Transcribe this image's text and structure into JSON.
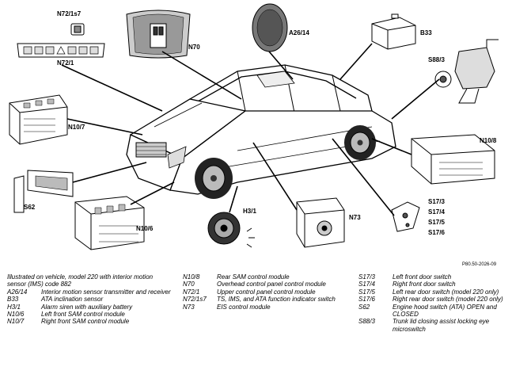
{
  "labels": {
    "n72_1s7": "N72/1s7",
    "n72_1": "N72/1",
    "n70": "N70",
    "a26_14": "A26/14",
    "b33": "B33",
    "s88_3": "S88/3",
    "n10_7": "N10/7",
    "n10_8": "N10/8",
    "s62": "S62",
    "n10_6": "N10/6",
    "h3_1": "H3/1",
    "n73": "N73",
    "s17_3": "S17/3",
    "s17_4": "S17/4",
    "s17_5": "S17/5",
    "s17_6": "S17/6"
  },
  "reference": "P80.50-2026-09",
  "legend": {
    "intro": "Illustrated on vehicle, model 220 with interior motion sensor (IMS) code 882",
    "col1": [
      {
        "code": "A26/14",
        "desc": "Interior motion sensor transmitter and receiver"
      },
      {
        "code": "B33",
        "desc": "ATA inclination sensor"
      },
      {
        "code": "H3/1",
        "desc": "Alarm siren with auxiliary battery"
      },
      {
        "code": "N10/6",
        "desc": "Left front SAM control module"
      },
      {
        "code": "N10/7",
        "desc": "Right front SAM control module"
      }
    ],
    "col2": [
      {
        "code": "N10/8",
        "desc": "Rear SAM control module"
      },
      {
        "code": "N70",
        "desc": "Overhead control panel control module"
      },
      {
        "code": "N72/1",
        "desc": "Upper control panel control module"
      },
      {
        "code": "N72/1s7",
        "desc": "TS, IMS, and ATA function indicator switch"
      },
      {
        "code": "N73",
        "desc": "EIS control module"
      }
    ],
    "col3": [
      {
        "code": "S17/3",
        "desc": "Left front door switch"
      },
      {
        "code": "S17/4",
        "desc": "Right front door switch"
      },
      {
        "code": "S17/5",
        "desc": "Left rear door switch (model 220 only)"
      },
      {
        "code": "S17/6",
        "desc": "Right rear door switch (model 220 only)"
      },
      {
        "code": "S62",
        "desc": "Engine hood switch (ATA) OPEN and CLOSED"
      },
      {
        "code": "S88/3",
        "desc": "Trunk lid closing assist locking eye microswitch"
      }
    ]
  }
}
